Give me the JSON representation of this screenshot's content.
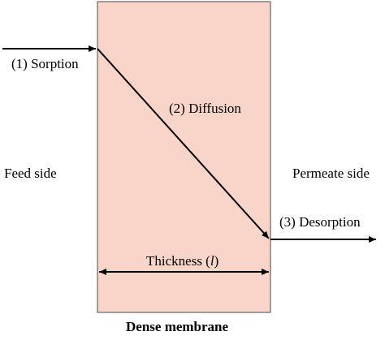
{
  "diagram": {
    "labels": {
      "sorption": "(1) Sorption",
      "diffusion": "(2) Diffusion",
      "desorption": "(3) Desorption",
      "feed_side": "Feed side",
      "permeate_side": "Permeate side",
      "thickness_prefix": "Thickness (",
      "thickness_symbol": "l",
      "thickness_suffix": ")",
      "membrane": "Dense membrane"
    },
    "colors": {
      "membrane_fill": "#f8d5c8",
      "membrane_stroke": "#4a4a4a",
      "line": "#000000",
      "text": "#000000"
    }
  }
}
